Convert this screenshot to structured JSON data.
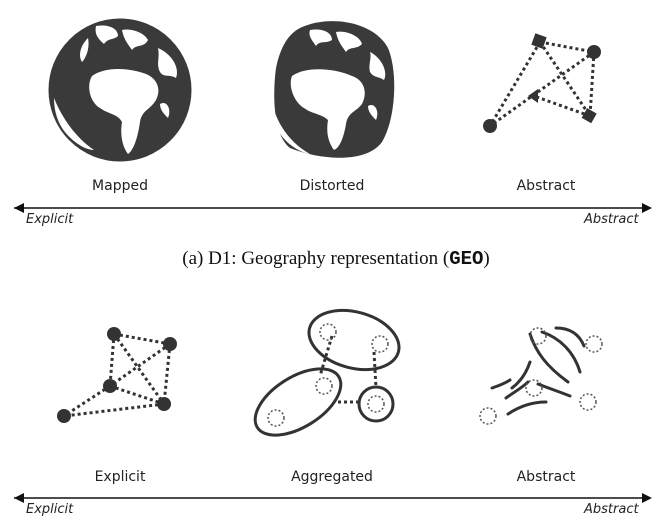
{
  "panel_a": {
    "items": [
      {
        "label": "Mapped",
        "icon": "mapped-globe-icon"
      },
      {
        "label": "Distorted",
        "icon": "distorted-globe-icon"
      },
      {
        "label": "Abstract",
        "icon": "abstract-network-icon"
      }
    ],
    "axis_left": "Explicit",
    "axis_right": "Abstract",
    "caption_prefix": "(a) D1: Geography representation (",
    "caption_code": "GEO",
    "caption_suffix": ")"
  },
  "panel_b": {
    "items": [
      {
        "label": "Explicit",
        "icon": "explicit-network-icon"
      },
      {
        "label": "Aggregated",
        "icon": "aggregated-clusters-icon"
      },
      {
        "label": "Abstract",
        "icon": "abstract-flows-icon"
      }
    ],
    "axis_left": "Explicit",
    "axis_right": "Abstract"
  },
  "colors": {
    "ink": "#333333",
    "dark_fill": "#3a3a3a"
  }
}
